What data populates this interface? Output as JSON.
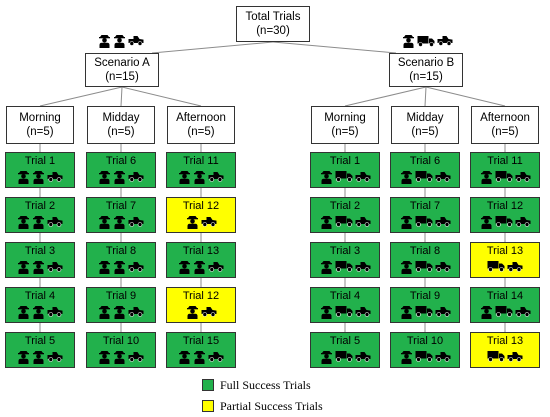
{
  "colors": {
    "full": "#22b14c",
    "partial": "#ffff00",
    "line": "#8c8c8c",
    "icon": "#000000"
  },
  "root": {
    "title": "Total Trials",
    "count": "(n=30)"
  },
  "scenarios": [
    {
      "title": "Scenario A",
      "count": "(n=15)",
      "header_icons": [
        "person-icon",
        "person-icon",
        "pickup-truck-icon"
      ],
      "times": [
        {
          "title": "Morning",
          "count": "(n=5)",
          "trials": [
            {
              "label": "Trial 1",
              "status": "full",
              "icons": [
                "person-icon",
                "person-icon",
                "pickup-truck-icon"
              ]
            },
            {
              "label": "Trial 2",
              "status": "full",
              "icons": [
                "person-icon",
                "person-icon",
                "pickup-truck-icon"
              ]
            },
            {
              "label": "Trial 3",
              "status": "full",
              "icons": [
                "person-icon",
                "person-icon",
                "pickup-truck-icon"
              ]
            },
            {
              "label": "Trial 4",
              "status": "full",
              "icons": [
                "person-icon",
                "person-icon",
                "pickup-truck-icon"
              ]
            },
            {
              "label": "Trial 5",
              "status": "full",
              "icons": [
                "person-icon",
                "person-icon",
                "pickup-truck-icon"
              ]
            }
          ]
        },
        {
          "title": "Midday",
          "count": "(n=5)",
          "trials": [
            {
              "label": "Trial 6",
              "status": "full",
              "icons": [
                "person-icon",
                "person-icon",
                "pickup-truck-icon"
              ]
            },
            {
              "label": "Trial 7",
              "status": "full",
              "icons": [
                "person-icon",
                "person-icon",
                "pickup-truck-icon"
              ]
            },
            {
              "label": "Trial 8",
              "status": "full",
              "icons": [
                "person-icon",
                "person-icon",
                "pickup-truck-icon"
              ]
            },
            {
              "label": "Trial 9",
              "status": "full",
              "icons": [
                "person-icon",
                "person-icon",
                "pickup-truck-icon"
              ]
            },
            {
              "label": "Trial 10",
              "status": "full",
              "icons": [
                "person-icon",
                "person-icon",
                "pickup-truck-icon"
              ]
            }
          ]
        },
        {
          "title": "Afternoon",
          "count": "(n=5)",
          "trials": [
            {
              "label": "Trial 11",
              "status": "full",
              "icons": [
                "person-icon",
                "person-icon",
                "pickup-truck-icon"
              ]
            },
            {
              "label": "Trial 12",
              "status": "partial",
              "icons": [
                "person-icon",
                "pickup-truck-icon"
              ]
            },
            {
              "label": "Trial 13",
              "status": "full",
              "icons": [
                "person-icon",
                "person-icon",
                "pickup-truck-icon"
              ]
            },
            {
              "label": "Trial 12",
              "status": "partial",
              "icons": [
                "person-icon",
                "pickup-truck-icon"
              ]
            },
            {
              "label": "Trial 15",
              "status": "full",
              "icons": [
                "person-icon",
                "person-icon",
                "pickup-truck-icon"
              ]
            }
          ]
        }
      ]
    },
    {
      "title": "Scenario B",
      "count": "(n=15)",
      "header_icons": [
        "person-icon",
        "box-truck-icon",
        "pickup-truck-icon"
      ],
      "times": [
        {
          "title": "Morning",
          "count": "(n=5)",
          "trials": [
            {
              "label": "Trial 1",
              "status": "full",
              "icons": [
                "person-icon",
                "box-truck-icon",
                "pickup-truck-icon"
              ]
            },
            {
              "label": "Trial 2",
              "status": "full",
              "icons": [
                "person-icon",
                "box-truck-icon",
                "pickup-truck-icon"
              ]
            },
            {
              "label": "Trial 3",
              "status": "full",
              "icons": [
                "person-icon",
                "box-truck-icon",
                "pickup-truck-icon"
              ]
            },
            {
              "label": "Trial 4",
              "status": "full",
              "icons": [
                "person-icon",
                "box-truck-icon",
                "pickup-truck-icon"
              ]
            },
            {
              "label": "Trial 5",
              "status": "full",
              "icons": [
                "person-icon",
                "box-truck-icon",
                "pickup-truck-icon"
              ]
            }
          ]
        },
        {
          "title": "Midday",
          "count": "(n=5)",
          "trials": [
            {
              "label": "Trial 6",
              "status": "full",
              "icons": [
                "person-icon",
                "box-truck-icon",
                "pickup-truck-icon"
              ]
            },
            {
              "label": "Trial 7",
              "status": "full",
              "icons": [
                "person-icon",
                "box-truck-icon",
                "pickup-truck-icon"
              ]
            },
            {
              "label": "Trial 8",
              "status": "full",
              "icons": [
                "person-icon",
                "box-truck-icon",
                "pickup-truck-icon"
              ]
            },
            {
              "label": "Trial 9",
              "status": "full",
              "icons": [
                "person-icon",
                "box-truck-icon",
                "pickup-truck-icon"
              ]
            },
            {
              "label": "Trial 10",
              "status": "full",
              "icons": [
                "person-icon",
                "box-truck-icon",
                "pickup-truck-icon"
              ]
            }
          ]
        },
        {
          "title": "Afternoon",
          "count": "(n=5)",
          "trials": [
            {
              "label": "Trial 11",
              "status": "full",
              "icons": [
                "person-icon",
                "box-truck-icon",
                "pickup-truck-icon"
              ]
            },
            {
              "label": "Trial 12",
              "status": "full",
              "icons": [
                "person-icon",
                "box-truck-icon",
                "pickup-truck-icon"
              ]
            },
            {
              "label": "Trial 13",
              "status": "partial",
              "icons": [
                "box-truck-icon",
                "pickup-truck-icon"
              ]
            },
            {
              "label": "Trial 14",
              "status": "full",
              "icons": [
                "person-icon",
                "box-truck-icon",
                "pickup-truck-icon"
              ]
            },
            {
              "label": "Trial 13",
              "status": "partial",
              "icons": [
                "box-truck-icon",
                "pickup-truck-icon"
              ]
            }
          ]
        }
      ]
    }
  ],
  "legend": [
    {
      "label": "Full Success Trials",
      "status": "full"
    },
    {
      "label": "Partial  Success Trials",
      "status": "partial"
    }
  ]
}
